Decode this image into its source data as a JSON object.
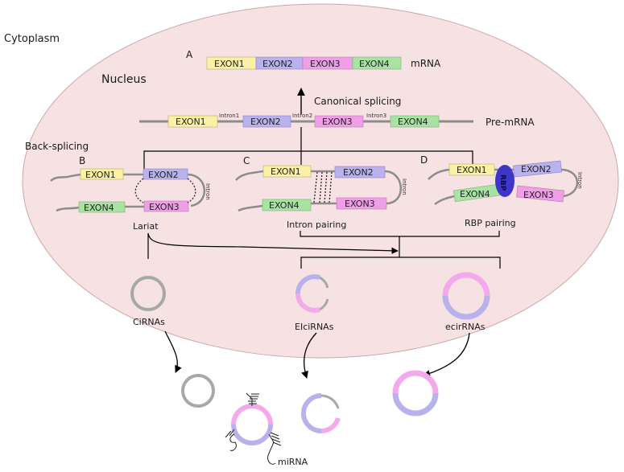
{
  "labels": {
    "cytoplasm": "Cytoplasm",
    "nucleus": "Nucleus",
    "panel_a": "A",
    "panel_b": "B",
    "panel_c": "C",
    "panel_d": "D",
    "mrna": "mRNA",
    "pre_mrna": "Pre-mRNA",
    "canonical_splicing": "Canonical splicing",
    "back_splicing": "Back-splicing",
    "lariat": "Lariat",
    "intron_pairing": "Intron pairing",
    "rbp_pairing": "RBP pairing",
    "rbp": "RBP",
    "cirnas": "CiRNAs",
    "elcirnas": "EIciRNAs",
    "ecirnas": "ecirRNAs",
    "mirna": "miRNA",
    "intron": "Intron",
    "intron1": "Intron1",
    "intron2": "Intron2",
    "intron3": "Intron3"
  },
  "exons": {
    "e1": "EXON1",
    "e2": "EXON2",
    "e3": "EXON3",
    "e4": "EXON4"
  },
  "colors": {
    "exon1": "#fbf1a4",
    "exon2": "#b9b2ec",
    "exon3": "#ef9fe6",
    "exon4": "#a9e3a3",
    "nucleus_fill": "#f6e1e3",
    "rna_line": "#8c8c8c",
    "rbp": "#3d36c9",
    "circle_gray": "#a8a8a8",
    "circle_pink": "#f3a9ec",
    "circle_purple": "#b7b2ec"
  }
}
